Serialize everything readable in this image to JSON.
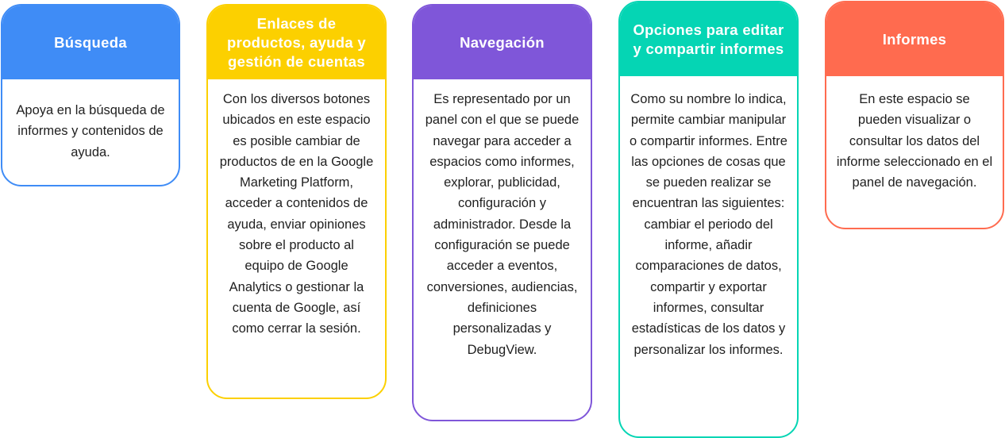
{
  "cards": [
    {
      "title": "Búsqueda",
      "color": "#3f8cf6",
      "text": "Apoya en la búsqueda de informes y contenidos de ayuda."
    },
    {
      "title": "Enlaces de productos, ayuda y gestión de cuentas",
      "color": "#fcd000",
      "text": "Con los diversos botones ubicados en este espacio es posible cambiar de productos de en la Google Marketing Platform, acceder a contenidos de ayuda, enviar opiniones sobre el producto al equipo de Google Analytics o gestionar la cuenta de Google, así como cerrar la sesión."
    },
    {
      "title": "Navegación",
      "color": "#7f56d9",
      "text": "Es representado por un panel con el que se puede navegar para acceder a espacios como informes, explorar, publicidad, configuración y administrador. Desde la configuración se puede acceder a eventos, conversiones, audiencias, definiciones personalizadas y DebugView."
    },
    {
      "title": "Opciones para editar y compartir informes",
      "color": "#05d5b4",
      "text": "Como su nombre lo indica, permite cambiar manipular o compartir informes. Entre las opciones de cosas que se pueden realizar se encuentran las siguientes: cambiar el periodo del informe, añadir comparaciones de datos, compartir y exportar informes, consultar estadísticas de los datos y personalizar los informes."
    },
    {
      "title": "Informes",
      "color": "#ff6b4f",
      "text": "En este espacio se pueden visualizar o consultar los datos del informe seleccionado en el panel de navegación."
    }
  ]
}
